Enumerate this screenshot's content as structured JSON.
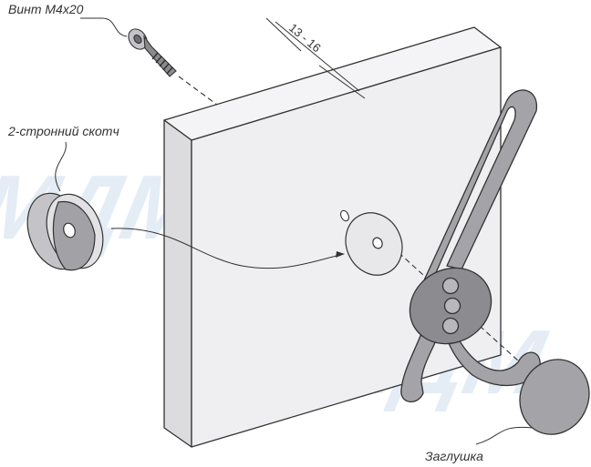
{
  "labels": {
    "screw": "Винт М4x20",
    "tape": "2-стронний скотч",
    "cap": "Заглушка",
    "dimension": "13 - 16"
  },
  "watermark": {
    "text": "MДM"
  },
  "colors": {
    "outline": "#333333",
    "panel_front": "#efeff1",
    "panel_side": "#dcdcdf",
    "panel_top": "#f4f4f6",
    "metal": "#a4a4a8",
    "metal_dark": "#6f6f73",
    "watermark": "#dbe6f2"
  }
}
